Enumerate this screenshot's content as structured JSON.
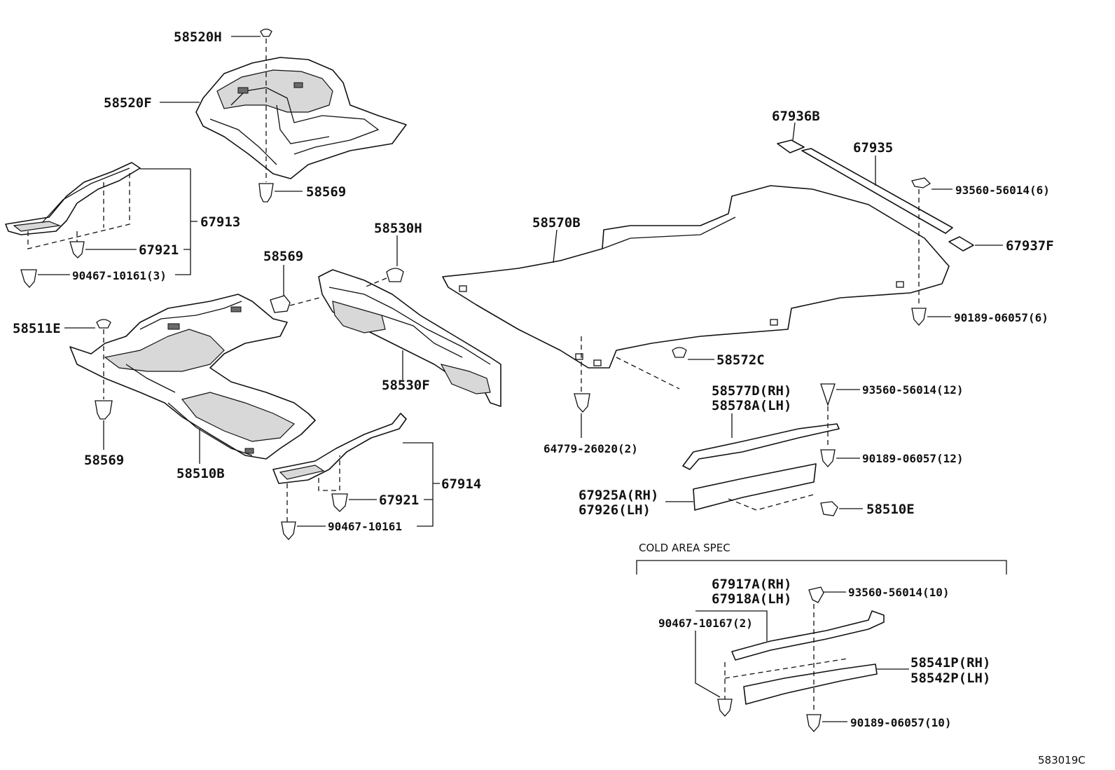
{
  "labels": {
    "p58520H": "58520H",
    "p58520F": "58520F",
    "p58569_top": "58569",
    "p67913": "67913",
    "p67921_a": "67921",
    "p90467_10161_3": "90467-10161(3)",
    "p58569_mid": "58569",
    "p58530H": "58530H",
    "p58511E": "58511E",
    "p58530F": "58530F",
    "p58569_low": "58569",
    "p58510B": "58510B",
    "p67914": "67914",
    "p67921_b": "67921",
    "p90467_10161": "90467-10161",
    "p67936B": "67936B",
    "p67935": "67935",
    "p93560_56014_6": "93560-56014(6)",
    "p58570B": "58570B",
    "p67937F": "67937F",
    "p90189_06057_6": "90189-06057(6)",
    "p58572C": "58572C",
    "p58577D_RH": "58577D(RH)",
    "p58578A_LH": "58578A(LH)",
    "p93560_56014_12": "93560-56014(12)",
    "p64779_26020_2": "64779-26020(2)",
    "p90189_06057_12": "90189-06057(12)",
    "p67925A_RH": "67925A(RH)",
    "p67926_LH": "67926(LH)",
    "p58510E": "58510E",
    "cold_area_spec": "COLD AREA SPEC",
    "p67917A_RH": "67917A(RH)",
    "p67918A_LH": "67918A(LH)",
    "p93560_56014_10": "93560-56014(10)",
    "p90467_10167_2": "90467-10167(2)",
    "p58541P_RH": "58541P(RH)",
    "p58542P_LH": "58542P(LH)",
    "p90189_06057_10": "90189-06057(10)",
    "figure_code": "583019C"
  }
}
